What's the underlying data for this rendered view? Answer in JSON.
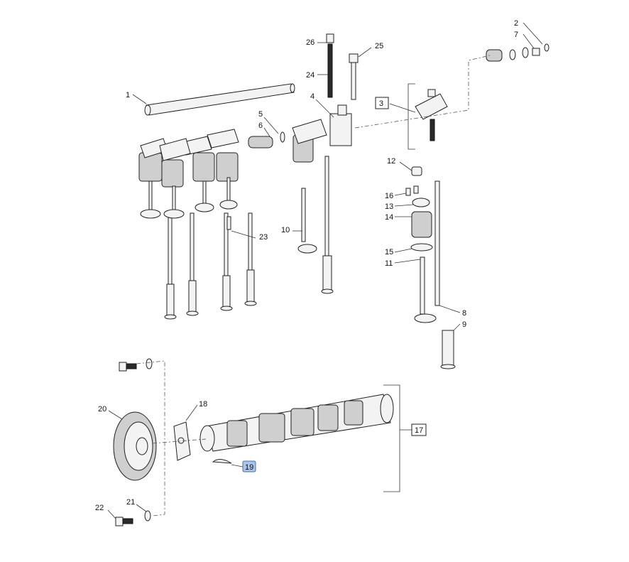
{
  "diagram": {
    "callouts": [
      {
        "id": "1",
        "text": "1",
        "boxed": false,
        "highlighted": false
      },
      {
        "id": "2",
        "text": "2",
        "boxed": false,
        "highlighted": false
      },
      {
        "id": "3",
        "text": "3",
        "boxed": true,
        "highlighted": false
      },
      {
        "id": "4",
        "text": "4",
        "boxed": false,
        "highlighted": false
      },
      {
        "id": "5",
        "text": "5",
        "boxed": false,
        "highlighted": false
      },
      {
        "id": "6",
        "text": "6",
        "boxed": false,
        "highlighted": false
      },
      {
        "id": "7",
        "text": "7",
        "boxed": false,
        "highlighted": false
      },
      {
        "id": "8",
        "text": "8",
        "boxed": false,
        "highlighted": false
      },
      {
        "id": "9",
        "text": "9",
        "boxed": false,
        "highlighted": false
      },
      {
        "id": "10",
        "text": "10",
        "boxed": false,
        "highlighted": false
      },
      {
        "id": "11",
        "text": "11",
        "boxed": false,
        "highlighted": false
      },
      {
        "id": "12",
        "text": "12",
        "boxed": false,
        "highlighted": false
      },
      {
        "id": "13",
        "text": "13",
        "boxed": false,
        "highlighted": false
      },
      {
        "id": "14",
        "text": "14",
        "boxed": false,
        "highlighted": false
      },
      {
        "id": "15",
        "text": "15",
        "boxed": false,
        "highlighted": false
      },
      {
        "id": "16",
        "text": "16",
        "boxed": false,
        "highlighted": false
      },
      {
        "id": "17",
        "text": "17",
        "boxed": true,
        "highlighted": false
      },
      {
        "id": "18",
        "text": "18",
        "boxed": false,
        "highlighted": false
      },
      {
        "id": "19",
        "text": "19",
        "boxed": true,
        "highlighted": true
      },
      {
        "id": "20",
        "text": "20",
        "boxed": false,
        "highlighted": false
      },
      {
        "id": "21",
        "text": "21",
        "boxed": false,
        "highlighted": false
      },
      {
        "id": "22",
        "text": "22",
        "boxed": false,
        "highlighted": false
      },
      {
        "id": "23",
        "text": "23",
        "boxed": false,
        "highlighted": false
      },
      {
        "id": "24",
        "text": "24",
        "boxed": false,
        "highlighted": false
      },
      {
        "id": "25",
        "text": "25",
        "boxed": false,
        "highlighted": false
      },
      {
        "id": "26",
        "text": "26",
        "boxed": false,
        "highlighted": false
      }
    ],
    "colors": {
      "highlight_fill": "#aac4ea",
      "highlight_stroke": "#4a6fa8",
      "line": "#222222"
    }
  }
}
